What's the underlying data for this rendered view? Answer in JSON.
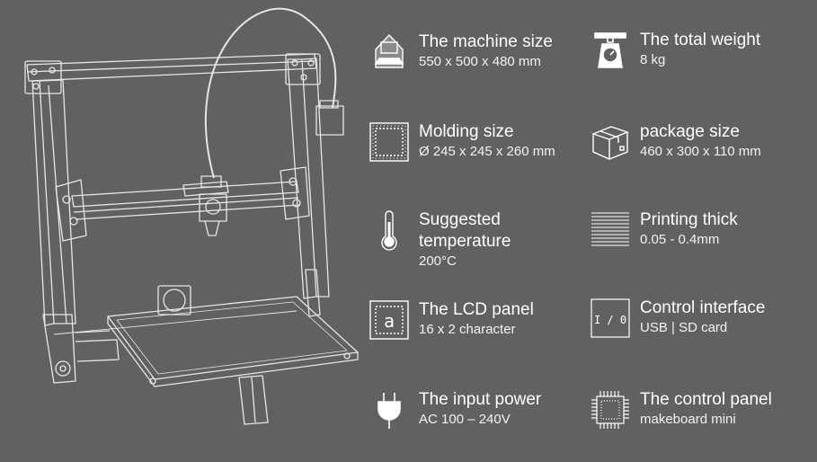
{
  "specs": [
    {
      "icon": "machine-size-icon",
      "title": "The machine size",
      "value": "550 x 500 x 480 mm"
    },
    {
      "icon": "weight-scale-icon",
      "title": "The total weight",
      "value": "8 kg"
    },
    {
      "icon": "molding-size-icon",
      "title": "Molding size",
      "value": "Ø 245 x 245 x 260 mm"
    },
    {
      "icon": "package-box-icon",
      "title": "package size",
      "value": "460 x 300 x 110 mm"
    },
    {
      "icon": "thermometer-icon",
      "title": "Suggested temperature",
      "value": "200°C"
    },
    {
      "icon": "layers-icon",
      "title": "Printing thick",
      "value": "0.05 - 0.4mm"
    },
    {
      "icon": "lcd-panel-icon",
      "title": "The LCD panel",
      "value": "16 x 2 character",
      "icon_text": "a"
    },
    {
      "icon": "io-interface-icon",
      "title": "Control interface",
      "value": "USB | SD card",
      "icon_text": "I / 0"
    },
    {
      "icon": "power-plug-icon",
      "title": "The input power",
      "value": "AC 100 – 240V"
    },
    {
      "icon": "chip-icon",
      "title": "The control panel",
      "value": "makeboard mini"
    }
  ],
  "colors": {
    "background": "#616161",
    "foreground": "#ffffff",
    "line": "#e6e6e6"
  }
}
